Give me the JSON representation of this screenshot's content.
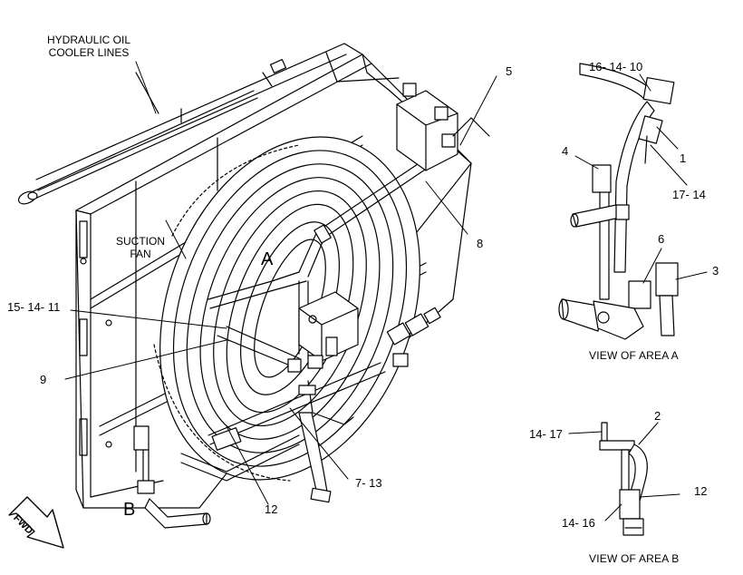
{
  "callouts": {
    "hydraulic_oil_cooler_lines": [
      "HYDRAULIC OIL",
      "COOLER LINES"
    ],
    "suction_fan": [
      "SUCTION",
      "FAN"
    ],
    "c_5": "5",
    "c_8": "8",
    "c_15_14_11": "15- 14- 11",
    "c_9": "9",
    "c_12_main": "12",
    "c_7_13": "7- 13",
    "c_16_14_10": "16- 14- 10",
    "c_1": "1",
    "c_4": "4",
    "c_17_14": "17- 14",
    "c_6": "6",
    "c_3": "3",
    "c_2": "2",
    "c_14_17": "14- 17",
    "c_12_detail": "12",
    "c_14_16": "14- 16"
  },
  "areas": {
    "a": "A",
    "b": "B"
  },
  "views": {
    "area_a": "VIEW OF AREA  A",
    "area_b": "VIEW OF AREA  B"
  },
  "fwd": "FWD"
}
